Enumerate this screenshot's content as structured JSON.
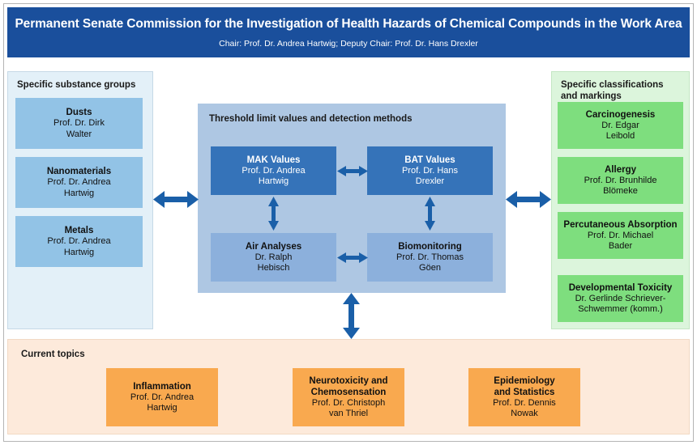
{
  "header": {
    "title": "Permanent Senate Commission for the Investigation of Health Hazards of Chemical Compounds in the Work Area",
    "subtitle": "Chair: Prof. Dr. Andrea Hartwig; Deputy Chair: Prof. Dr. Hans Drexler",
    "background_color": "#1a4f9c",
    "text_color": "#ffffff"
  },
  "substance_groups": {
    "panel_title": "Specific substance groups",
    "panel_color": "#e3f0f8",
    "box_color": "#92c3e6",
    "items": [
      {
        "name": "Dusts",
        "person_line1": "Prof. Dr. Dirk",
        "person_line2": "Walter"
      },
      {
        "name": "Nanomaterials",
        "person_line1": "Prof. Dr. Andrea",
        "person_line2": "Hartwig"
      },
      {
        "name": "Metals",
        "person_line1": "Prof. Dr. Andrea",
        "person_line2": "Hartwig"
      }
    ]
  },
  "threshold": {
    "panel_title": "Threshold limit values and detection methods",
    "panel_color": "#aec7e3",
    "primary_box_color": "#3573b9",
    "secondary_box_color": "#8cb0dc",
    "items": [
      {
        "name": "MAK Values",
        "person_line1": "Prof. Dr. Andrea",
        "person_line2": "Hartwig"
      },
      {
        "name": "BAT Values",
        "person_line1": "Prof. Dr. Hans",
        "person_line2": "Drexler"
      },
      {
        "name": "Air Analyses",
        "person_line1": "Dr. Ralph",
        "person_line2": "Hebisch"
      },
      {
        "name": "Biomonitoring",
        "person_line1": "Prof. Dr. Thomas",
        "person_line2": "Göen"
      }
    ]
  },
  "classifications": {
    "panel_title_line1": "Specific classifications",
    "panel_title_line2": "and markings",
    "panel_color": "#dcf5dc",
    "box_color": "#7ede7e",
    "items": [
      {
        "name": "Carcinogenesis",
        "person_line1": "Dr. Edgar",
        "person_line2": "Leibold"
      },
      {
        "name": "Allergy",
        "person_line1": "Prof. Dr. Brunhilde",
        "person_line2": "Blömeke"
      },
      {
        "name": "Percutaneous Absorption",
        "person_line1": "Prof. Dr. Michael",
        "person_line2": "Bader"
      },
      {
        "name": "Developmental Toxicity",
        "person_line1": "Dr. Gerlinde Schriever-",
        "person_line2": "Schwemmer (komm.)"
      }
    ]
  },
  "current_topics": {
    "panel_title": "Current topics",
    "panel_color": "#fdeadb",
    "box_color": "#f9a94f",
    "items": [
      {
        "name_line1": "Inflammation",
        "name_line2": "",
        "person_line1": "Prof. Dr. Andrea",
        "person_line2": "Hartwig"
      },
      {
        "name_line1": "Neurotoxicity and",
        "name_line2": "Chemosensation",
        "person_line1": "Prof. Dr. Christoph",
        "person_line2": "van Thriel"
      },
      {
        "name_line1": "Epidemiology",
        "name_line2": "and Statistics",
        "person_line1": "Prof. Dr. Dennis",
        "person_line2": "Nowak"
      }
    ]
  },
  "connectors": {
    "arrow_color": "#1a5fa8",
    "items": [
      {
        "id": "left-to-center",
        "direction": "horizontal-both"
      },
      {
        "id": "center-to-right",
        "direction": "horizontal-both"
      },
      {
        "id": "center-to-bottom",
        "direction": "vertical-both"
      },
      {
        "id": "mak-to-bat",
        "direction": "horizontal-both"
      },
      {
        "id": "air-to-bio",
        "direction": "horizontal-both"
      },
      {
        "id": "mak-to-air",
        "direction": "vertical-both"
      },
      {
        "id": "bat-to-bio",
        "direction": "vertical-both"
      }
    ]
  }
}
